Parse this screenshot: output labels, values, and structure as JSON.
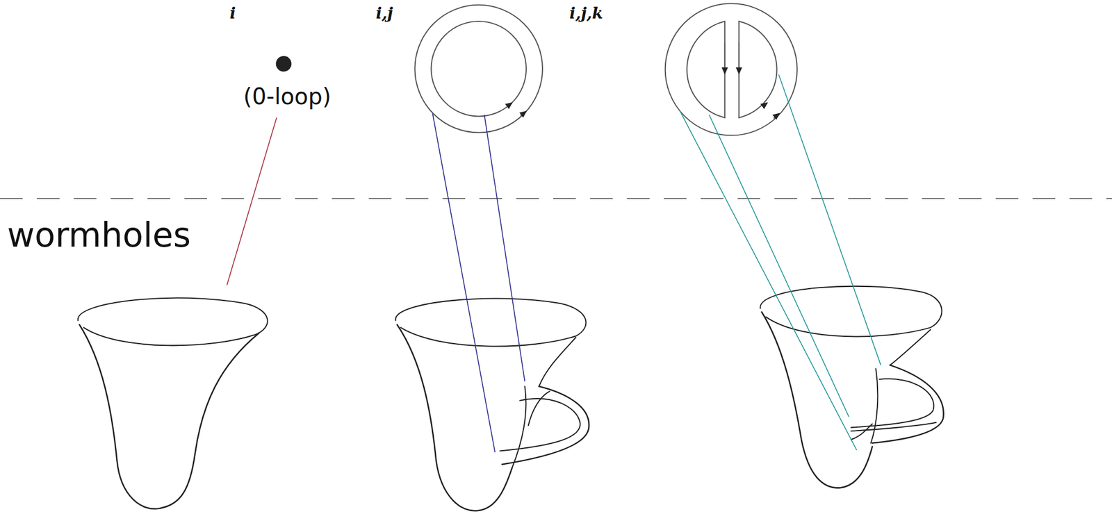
{
  "diagram": {
    "labels": [
      "i",
      "i,j",
      "i,j,k",
      "(0-loop)",
      "wormholes"
    ]
  }
}
